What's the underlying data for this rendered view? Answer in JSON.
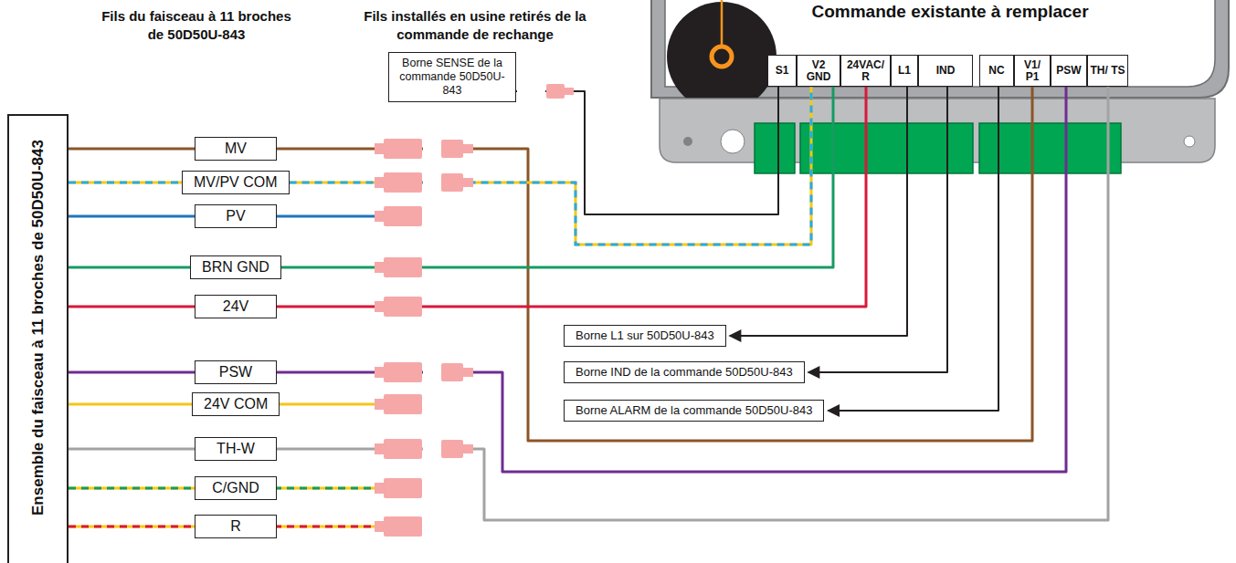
{
  "diagram": {
    "nodes": [
      {
        "text": [
          "Borne SENSE de la commande 50D50U-843"
        ]
      },
      {
        "text": [
          "Commande existante à remplacer"
        ]
      },
      {
        "text": [
          "S1"
        ],
        "in": 1
      },
      {
        "text": [
          "V2 GND"
        ],
        "in": 1
      },
      {
        "text": [
          "24VAC/ R"
        ],
        "in": 1
      },
      {
        "text": [
          "L1"
        ],
        "in": 1
      },
      {
        "text": [
          "IND"
        ],
        "in": 1
      },
      {
        "text": [
          "NC"
        ],
        "in": 1
      },
      {
        "text": [
          "V1/ P1"
        ],
        "in": 1
      },
      {
        "text": [
          "PSW"
        ],
        "in": 1
      },
      {
        "text": [
          "TH/ TS"
        ],
        "in": 1
      },
      {
        "text": [
          "Ensemble du faisceau à 11 broches de 50D50U-843"
        ]
      },
      {
        "text": [
          "MV"
        ]
      },
      {
        "text": [
          "MV/PV COM"
        ]
      },
      {
        "text": [
          "PV"
        ]
      },
      {
        "text": [
          "BRN GND"
        ]
      },
      {
        "text": [
          "24V"
        ]
      },
      {
        "text": [
          "PSW"
        ]
      },
      {
        "text": [
          "24V COM"
        ]
      },
      {
        "text": [
          "TH-W"
        ]
      },
      {
        "text": [
          "C/GND"
        ]
      },
      {
        "text": [
          "R"
        ]
      },
      {
        "text": [
          "Borne L1 sur 50D50U-843"
        ]
      },
      {
        "text": [
          "Borne IND de la commande 50D50U-843"
        ]
      },
      {
        "text": [
          "Borne ALARM de la commande 50D50U-843"
        ]
      }
    ],
    "edges": [
      {
        "from": 0,
        "to": 2,
        "arrow": "none"
      },
      {
        "from": 11,
        "to": 12,
        "arrow": "none"
      },
      {
        "from": 11,
        "to": 13,
        "arrow": "none"
      },
      {
        "from": 11,
        "to": 14,
        "arrow": "none"
      },
      {
        "from": 11,
        "to": 15,
        "arrow": "none"
      },
      {
        "from": 11,
        "to": 16,
        "arrow": "none"
      },
      {
        "from": 11,
        "to": 17,
        "arrow": "none"
      },
      {
        "from": 11,
        "to": 18,
        "arrow": "none"
      },
      {
        "from": 11,
        "to": 19,
        "arrow": "none"
      },
      {
        "from": 11,
        "to": 20,
        "arrow": "none"
      },
      {
        "from": 11,
        "to": 21,
        "arrow": "none"
      },
      {
        "from": 12,
        "to": 8,
        "arrow": "none"
      },
      {
        "from": 13,
        "to": 3,
        "arrow": "none"
      },
      {
        "from": 15,
        "to": 3,
        "arrow": "none"
      },
      {
        "from": 16,
        "to": 4,
        "arrow": "none"
      },
      {
        "from": 17,
        "to": 9,
        "arrow": "none"
      },
      {
        "from": 19,
        "to": 10,
        "arrow": "none"
      },
      {
        "from": 5,
        "to": 22,
        "arrow": "to"
      },
      {
        "from": 6,
        "to": 23,
        "arrow": "to"
      },
      {
        "from": 7,
        "to": 24,
        "arrow": "to"
      }
    ],
    "labels": [
      "Fils du faisceau à 11 broches de 50D50U-843",
      "Fils installés en usine retirés de la commande de rechange"
    ]
  }
}
